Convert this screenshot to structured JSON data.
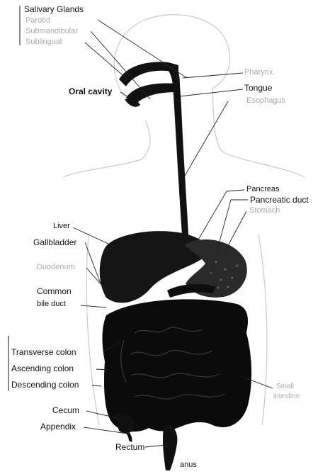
{
  "labels": {
    "salivary_glands": "Salivary Glands",
    "parotid": "Parotid",
    "submandibular": "Submandibular",
    "sublingual": "Sublingual",
    "oral_cavity": "Oral cavity",
    "pharynx": "Pharynx",
    "tongue": "Tongue",
    "esophagus": "Esophagus",
    "pancreas": "Pancreas",
    "pancreatic_duct": "Pancreatic duct",
    "stomach": "Stomach",
    "liver": "Liver",
    "gallbladder": "Gallbladder",
    "duodenum": "Duodenum",
    "common_bile_duct_line1": "Common",
    "common_bile_duct_line2": "bile duct",
    "transverse_colon": "Transverse colon",
    "ascending_colon": "Ascending colon",
    "descending_colon": "Descending colon",
    "cecum": "Cecum",
    "appendix": "Appendix",
    "rectum": "Rectum",
    "anus": "anus",
    "small_intestine_line1": "Small",
    "small_intestine_line2": "intestine"
  }
}
